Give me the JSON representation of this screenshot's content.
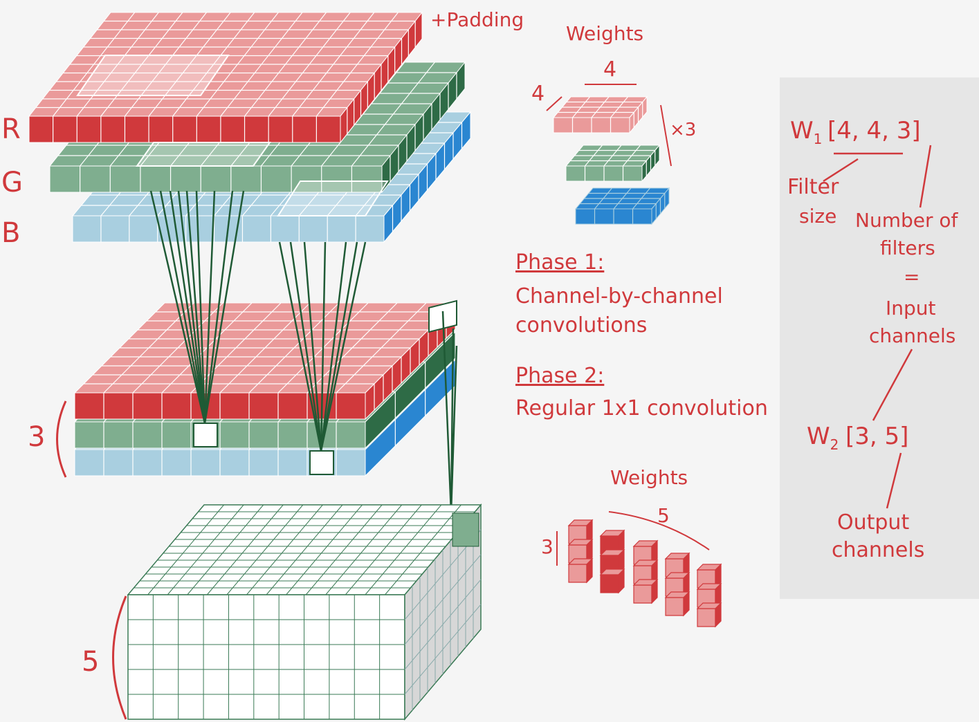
{
  "labels": {
    "padding": "+Padding",
    "channel_r": "R",
    "channel_g": "G",
    "channel_b": "B",
    "weights_top": "Weights",
    "weights_top_width": "4",
    "weights_top_depth": "4",
    "weights_top_mult": "×3",
    "phase1_title": "Phase 1:",
    "phase1_line1": "Channel-by-channel",
    "phase1_line2": "convolutions",
    "phase2_title": "Phase 2:",
    "phase2_line1": "Regular 1x1 convolution",
    "intermediate_channels": "3",
    "output_channels": "5",
    "weights_bottom": "Weights",
    "weights_bottom_count": "5",
    "weights_bottom_height": "3"
  },
  "sidebar": {
    "w1_prefix": "W",
    "w1_sub": "1",
    "w1_dims": "[4, 4, 3]",
    "filter_line1": "Filter",
    "filter_line2": "size",
    "nfilters_line1": "Number of",
    "nfilters_line2": "filters",
    "equals": "=",
    "input_line1": "Input",
    "input_line2": "channels",
    "w2_prefix": "W",
    "w2_sub": "2",
    "w2_dims": "[3, 5]",
    "output_line1": "Output",
    "output_line2": "channels"
  },
  "colors": {
    "red": "#d0393c",
    "red_light": "#ea9a9a",
    "green": "#2e6b46",
    "green_light": "#7fae8f",
    "blue": "#2a86d1",
    "blue_light": "#a9cfe0",
    "annotation": "#d0393c",
    "connector": "#1f5a35"
  }
}
